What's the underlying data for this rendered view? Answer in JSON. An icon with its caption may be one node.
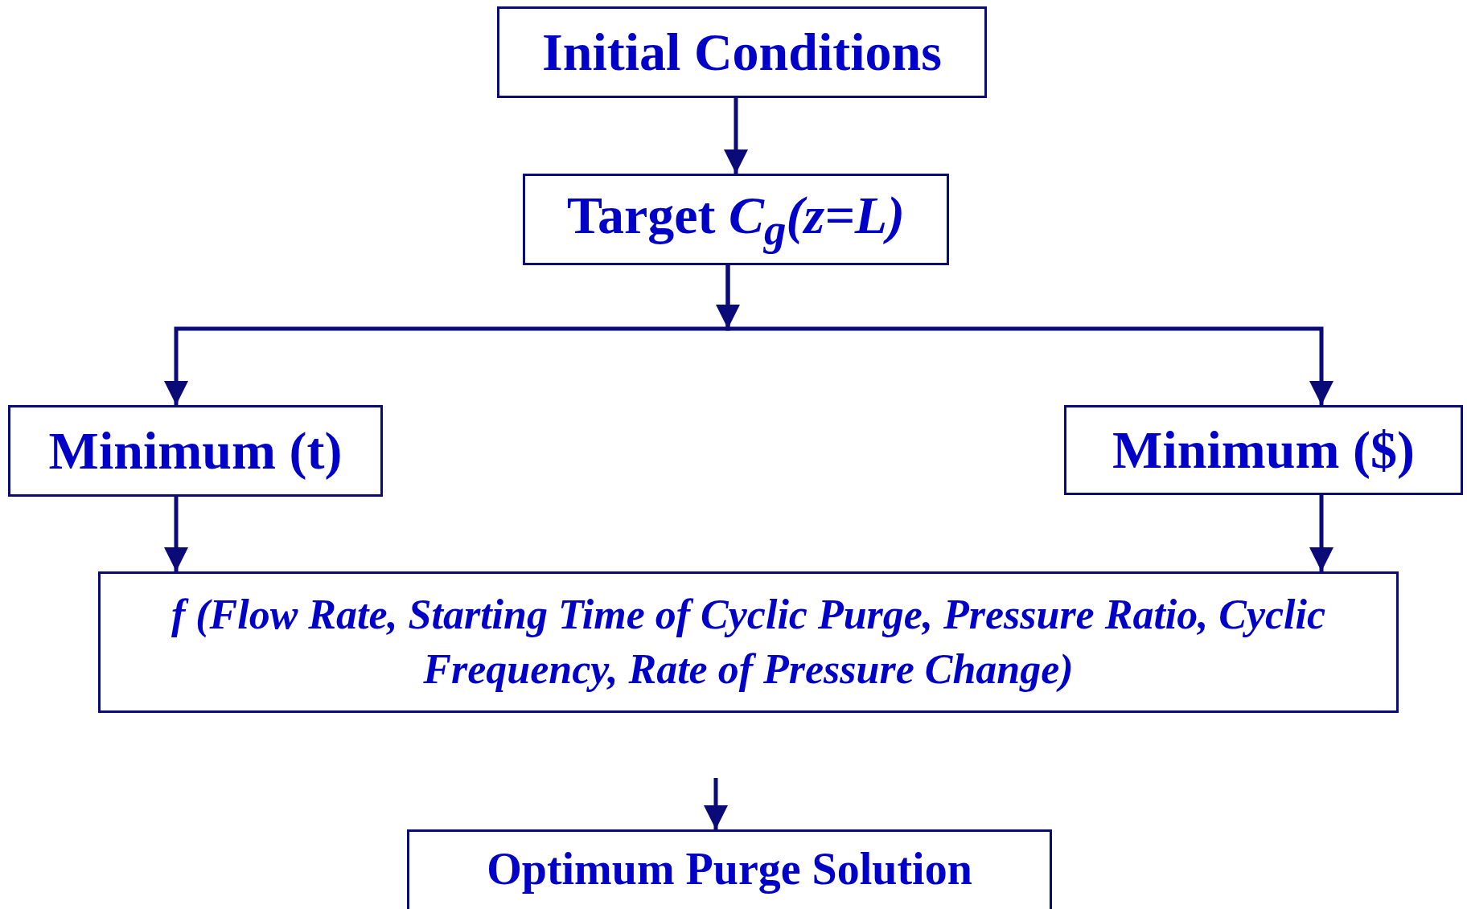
{
  "diagram": {
    "nodes": [
      {
        "text": [
          "Initial Conditions"
        ]
      },
      {
        "text": [
          "Target *C*$_{g}$*(z=L)*"
        ]
      },
      {
        "text": [
          "Minimum (t)"
        ]
      },
      {
        "text": [
          "Minimum ($)"
        ]
      },
      {
        "text": [
          "f (Flow Rate, Starting Time of Cyclic Purge, Pressure Ratio, Cyclic Frequency, Rate of Pressure Change)"
        ]
      },
      {
        "text": [
          "Optimum Purge Solution"
        ]
      }
    ],
    "edges": [
      {
        "from": 0,
        "to": 1,
        "arrow": "to"
      },
      {
        "from": 1,
        "to": 2,
        "arrow": "to"
      },
      {
        "from": 1,
        "to": 3,
        "arrow": "to"
      },
      {
        "from": 2,
        "to": 4,
        "arrow": "to"
      },
      {
        "from": 3,
        "to": 4,
        "arrow": "to"
      },
      {
        "from": null,
        "to": 5,
        "arrow": "to"
      }
    ]
  }
}
